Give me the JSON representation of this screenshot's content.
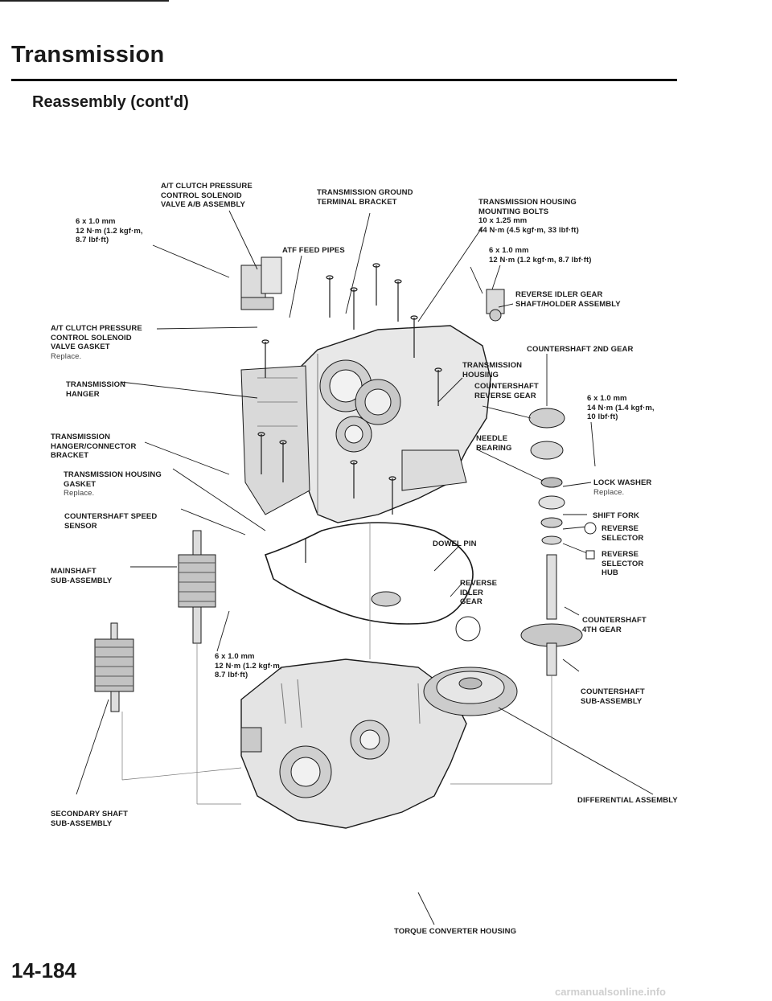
{
  "header": {
    "title": "Transmission",
    "subtitle": "Reassembly (cont'd)"
  },
  "labels": {
    "atf_solenoid_assembly": "A/T CLUTCH PRESSURE\nCONTROL SOLENOID\nVALVE A/B ASSEMBLY",
    "ground_terminal_bracket": "TRANSMISSION GROUND\nTERMINAL BRACKET",
    "housing_mounting_bolts": "TRANSMISSION HOUSING\nMOUNTING BOLTS\n10 x 1.25 mm\n44 N·m (4.5 kgf·m, 33 lbf·ft)",
    "bolt_6x1_left": "6 x 1.0 mm\n12 N·m (1.2 kgf·m,\n8.7 lbf·ft)",
    "atf_feed_pipes": "ATF FEED PIPES",
    "bolt_6x1_right": "6 x 1.0 mm\n12 N·m (1.2 kgf·m, 8.7 lbf·ft)",
    "reverse_idler_gear_shaft": "REVERSE IDLER GEAR\nSHAFT/HOLDER ASSEMBLY",
    "solenoid_gasket": "A/T CLUTCH PRESSURE\nCONTROL SOLENOID\nVALVE GASKET",
    "solenoid_gasket_note": "Replace.",
    "countershaft_2nd_gear": "COUNTERSHAFT 2ND GEAR",
    "transmission_housing": "TRANSMISSION\nHOUSING",
    "countershaft_reverse_gear": "COUNTERSHAFT\nREVERSE GEAR",
    "transmission_hanger": "TRANSMISSION\nHANGER",
    "nut_6x1": "6 x 1.0 mm\n14 N·m (1.4 kgf·m,\n10 lbf·ft)",
    "hanger_connector_bracket": "TRANSMISSION\nHANGER/CONNECTOR\nBRACKET",
    "needle_bearing": "NEEDLE\nBEARING",
    "housing_gasket": "TRANSMISSION HOUSING\nGASKET",
    "housing_gasket_note": "Replace.",
    "lock_washer": "LOCK WASHER",
    "lock_washer_note": "Replace.",
    "countershaft_speed_sensor": "COUNTERSHAFT SPEED\nSENSOR",
    "shift_fork": "SHIFT FORK",
    "reverse_selector": "REVERSE\nSELECTOR",
    "dowel_pin": "DOWEL PIN",
    "reverse_selector_hub": "REVERSE\nSELECTOR\nHUB",
    "mainshaft_sub_assembly": "MAINSHAFT\nSUB-ASSEMBLY",
    "reverse_idler_gear": "REVERSE\nIDLER\nGEAR",
    "countershaft_4th_gear": "COUNTERSHAFT\n4TH GEAR",
    "bolt_6x1_bottom": "6 x 1.0 mm\n12 N·m (1.2 kgf·m,\n8.7 lbf·ft)",
    "countershaft_sub_assembly": "COUNTERSHAFT\nSUB-ASSEMBLY",
    "differential_assembly": "DIFFERENTIAL ASSEMBLY",
    "secondary_shaft_sub_assembly": "SECONDARY SHAFT\nSUB-ASSEMBLY",
    "torque_converter_housing": "TORQUE CONVERTER HOUSING"
  },
  "footer": {
    "page_number": "14-184",
    "watermark": "carmanualsonline.info"
  }
}
